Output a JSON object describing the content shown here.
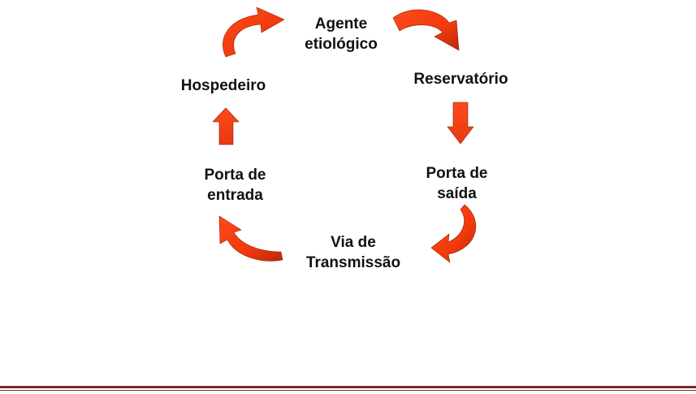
{
  "diagram": {
    "nodes": {
      "agente": {
        "line1": "Agente",
        "line2": "etiológico"
      },
      "reservatorio": {
        "line1": "Reservatório"
      },
      "saida": {
        "line1": "Porta de",
        "line2": "saída"
      },
      "via": {
        "line1": "Via de",
        "line2": "Transmissão"
      },
      "entrada": {
        "line1": "Porta de",
        "line2": "entrada"
      },
      "hospedeiro": {
        "line1": "Hospedeiro"
      }
    },
    "arrows": [
      {
        "from": "agente",
        "to": "reservatorio",
        "shape": "curved-arrow"
      },
      {
        "from": "reservatorio",
        "to": "saida",
        "shape": "straight-arrow-down"
      },
      {
        "from": "saida",
        "to": "via",
        "shape": "curved-arrow"
      },
      {
        "from": "via",
        "to": "entrada",
        "shape": "curved-arrow"
      },
      {
        "from": "entrada",
        "to": "hospedeiro",
        "shape": "straight-arrow-up"
      },
      {
        "from": "hospedeiro",
        "to": "agente",
        "shape": "curved-arrow"
      }
    ]
  },
  "colors": {
    "arrow_fill": "#ff3b0f",
    "arrow_dark": "#b8280a",
    "text": "#111111",
    "footer_rule": "#7a2a2a"
  }
}
